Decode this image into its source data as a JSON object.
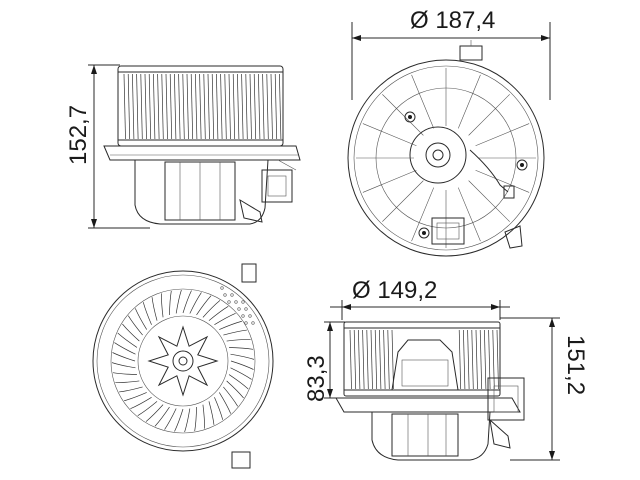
{
  "dimensions": {
    "side_view_height": "152,7",
    "top_view_diameter": "Ø 187,4",
    "front_view_diameter": "Ø 149,2",
    "front_view_height_inner": "83,3",
    "front_view_height_total": "151,2"
  },
  "colors": {
    "line": "#2a2a2a",
    "text": "#1a1a1a",
    "background": "#ffffff"
  }
}
